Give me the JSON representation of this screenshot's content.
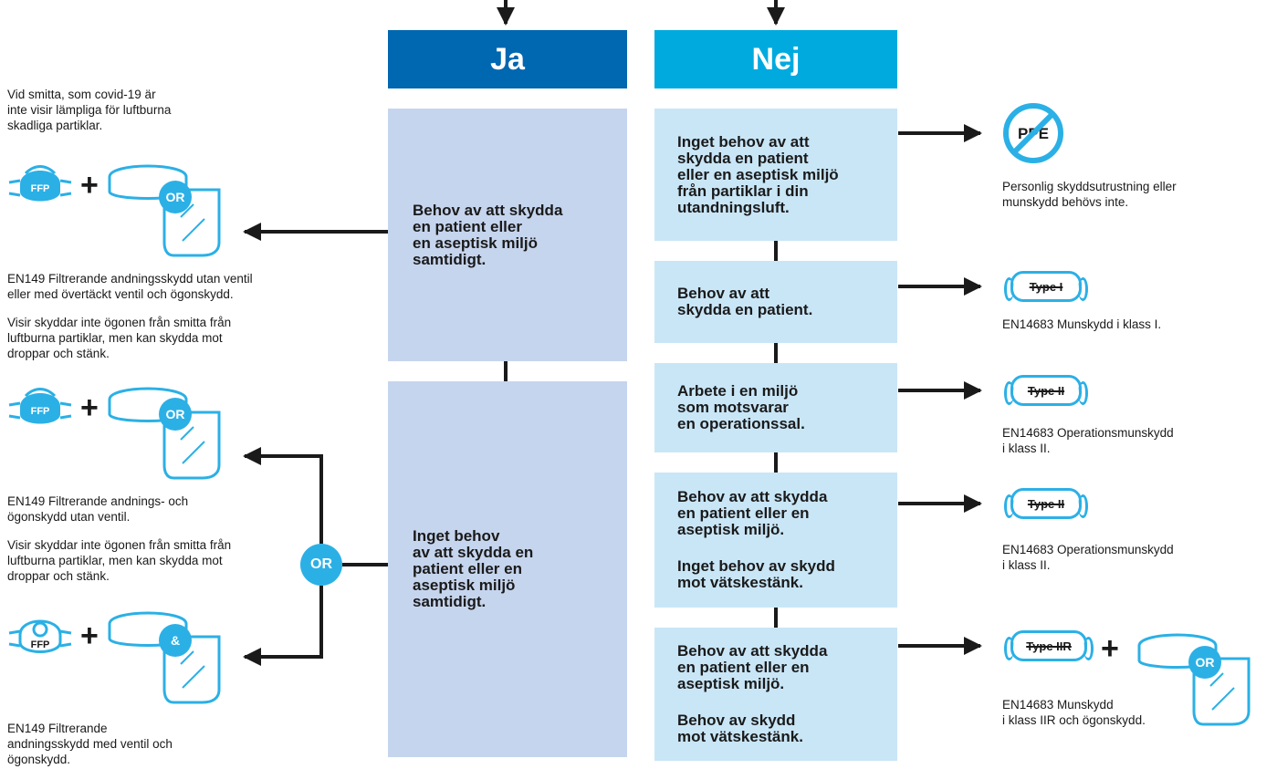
{
  "colors": {
    "ja_header": "#0067b1",
    "nej_header": "#00aadf",
    "ja_box": "#c6d5ee",
    "nej_box": "#c9e6f7",
    "accent": "#2bb0e6",
    "line": "#1a1a1a"
  },
  "headers": {
    "ja": "Ja",
    "nej": "Nej"
  },
  "ja_boxes": [
    {
      "lines": [
        "Behov av att skydda\nen patient eller\nen aseptisk miljö\nsamtidigt."
      ]
    },
    {
      "lines": [
        "Inget behov\nav att skydda en\npatient eller en\naseptisk miljö\nsamtidigt."
      ]
    }
  ],
  "nej_boxes": [
    {
      "lines": [
        "Inget behov av att\nskydda en patient\neller en aseptisk miljö\nfrån partiklar i din\nutandningsluft."
      ]
    },
    {
      "lines": [
        "Behov av att\nskydda en patient."
      ]
    },
    {
      "lines": [
        "Arbete i en miljö\nsom motsvarar\nen operationssal."
      ]
    },
    {
      "lines": [
        "Behov av att skydda\nen patient eller en\naseptisk miljö.",
        "Inget behov av skydd\nmot vätskestänk."
      ]
    },
    {
      "lines": [
        "Behov av att skydda\nen patient eller en\naseptisk miljö.",
        "Behov av skydd\nmot vätskestänk."
      ]
    }
  ],
  "left_texts": {
    "intro": "Vid smitta, som covid-19 är\ninte visir lämpliga för luftburna\nskadliga partiklar.",
    "desc1": "EN149 Filtrerande andningsskydd utan ventil\neller med övertäckt ventil och ögonskydd.",
    "note1": "Visir skyddar inte ögonen från smitta från\nluftburna partiklar, men kan skydda mot\ndroppar och stänk.",
    "desc2": "EN149 Filtrerande andnings- och\nögonskydd utan ventil.",
    "note2": "Visir skyddar inte ögonen från smitta från\nluftburna partiklar, men kan skydda mot\ndroppar och stänk.",
    "desc3": "EN149 Filtrerande\nandningsskydd med ventil och\nögonskydd."
  },
  "right_texts": {
    "ppe_desc": "Personlig skyddsutrustning eller\nmunskydd behövs inte.",
    "typei_desc": "EN14683 Munskydd i klass I.",
    "typeii_desc1": "EN14683 Operationsmunskydd\ni klass II.",
    "typeii_desc2": "EN14683 Operationsmunskydd\ni klass II.",
    "typeiir_desc": "EN14683 Munskydd\ni klass IIR och ögonskydd."
  },
  "icons": {
    "ppe": "PPE",
    "mask_type_i": "Type I",
    "mask_type_ii_a": "Type II",
    "mask_type_ii_b": "Type II",
    "mask_type_iir": "Type IIR",
    "ffp": "FFP",
    "or": "OR",
    "and": "&",
    "plus": "+"
  }
}
